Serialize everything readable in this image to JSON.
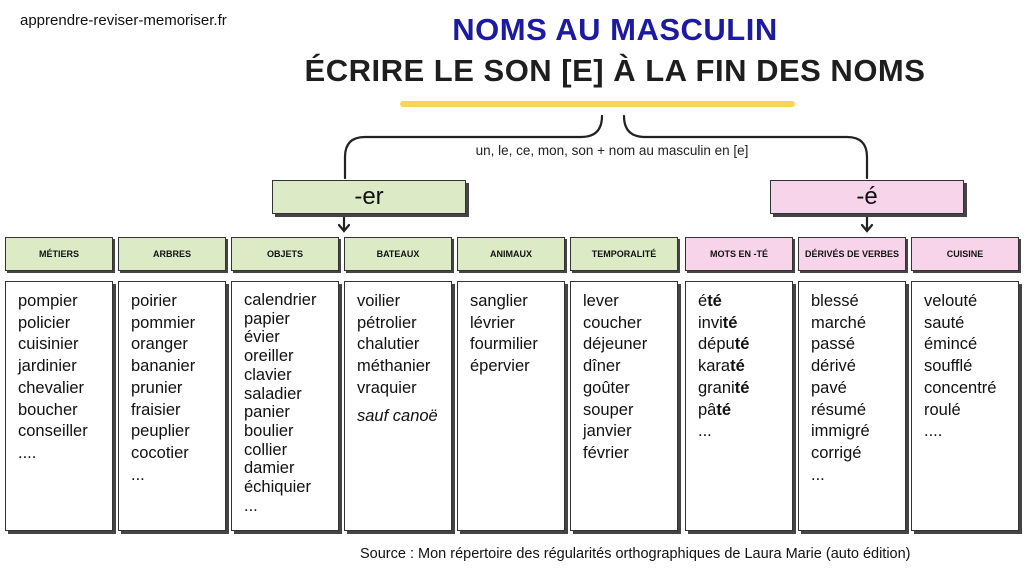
{
  "site": "apprendre-reviser-memoriser.fr",
  "title": "NOMS AU MASCULIN",
  "subtitle": "ÉCRIRE LE SON [E] À LA FIN DES NOMS",
  "rule": "un, le, ce, mon, son + nom au masculin en [e]",
  "branches": {
    "er": "-er",
    "e": "-é"
  },
  "columns": [
    {
      "head": "MÉTIERS",
      "items": [
        "pompier",
        "policier",
        "cuisinier",
        "jardinier",
        "chevalier",
        "boucher",
        "conseiller",
        "...."
      ]
    },
    {
      "head": "ARBRES",
      "items": [
        "poirier",
        "pommier",
        "oranger",
        "bananier",
        "prunier",
        "fraisier",
        "peuplier",
        "cocotier",
        "..."
      ]
    },
    {
      "head": "OBJETS",
      "items": [
        "calendrier",
        "papier",
        "évier",
        "oreiller",
        "clavier",
        "saladier",
        "panier",
        "boulier",
        "collier",
        "damier",
        "échiquier",
        "..."
      ]
    },
    {
      "head": "BATEAUX",
      "items": [
        "voilier",
        "pétrolier",
        "chalutier",
        "méthanier",
        "vraquier"
      ],
      "extra": "sauf canoë"
    },
    {
      "head": "ANIMAUX",
      "items": [
        "sanglier",
        "lévrier",
        "fourmilier",
        "épervier"
      ]
    },
    {
      "head": "TEMPORALITÉ",
      "items": [
        "lever",
        "coucher",
        "déjeuner",
        "dîner",
        "goûter",
        "souper",
        "janvier",
        "février"
      ]
    },
    {
      "head": "MOTS EN -TÉ",
      "items": [
        {
          "pre": "é",
          "bold": "té"
        },
        {
          "pre": "invi",
          "bold": "té"
        },
        {
          "pre": "dépu",
          "bold": "té"
        },
        {
          "pre": "kara",
          "bold": "té"
        },
        {
          "pre": "grani",
          "bold": "té"
        },
        {
          "pre": "pâ",
          "bold": "té"
        },
        {
          "pre": "...",
          "bold": ""
        }
      ]
    },
    {
      "head": "DÉRIVÉS DE VERBES",
      "items": [
        "blessé",
        "marché",
        "passé",
        "dérivé",
        "pavé",
        "résumé",
        "immigré",
        "corrigé",
        "..."
      ]
    },
    {
      "head": "CUISINE",
      "items": [
        "velouté",
        "sauté",
        "émincé",
        "soufflé",
        "concentré",
        "roulé",
        "...."
      ]
    }
  ],
  "source": "Source : Mon répertoire des régularités orthographiques de Laura Marie (auto édition)"
}
